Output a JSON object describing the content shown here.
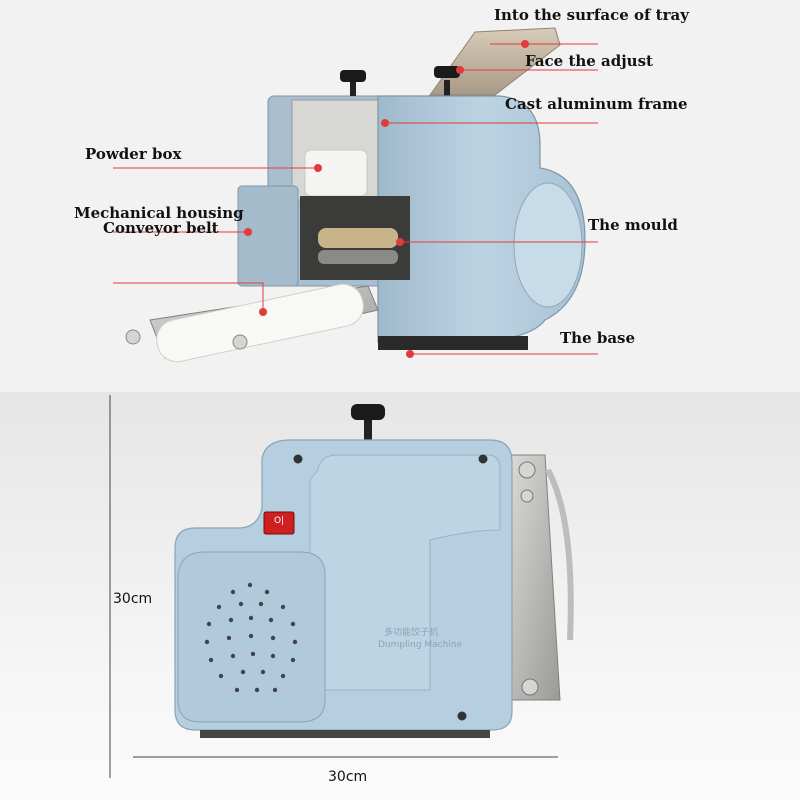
{
  "top_view": {
    "labels": {
      "tray_surface": "Into the surface of tray",
      "adjust": "Face the adjust",
      "frame": "Cast aluminum frame",
      "powder_box": "Powder box",
      "housing": "Mechanical housing",
      "conveyor": "Conveyor belt",
      "mould": "The mould",
      "base": "The base"
    },
    "leader_color": "#e23b3b",
    "machine_color": "#b7cfdf"
  },
  "side_view": {
    "height_label": "30cm",
    "width_label": "30cm",
    "switch_color": "#d42020",
    "switch_text": "O|",
    "plate_text_1": "多功能饺子机",
    "plate_text_2": "Dumpling Machine"
  }
}
